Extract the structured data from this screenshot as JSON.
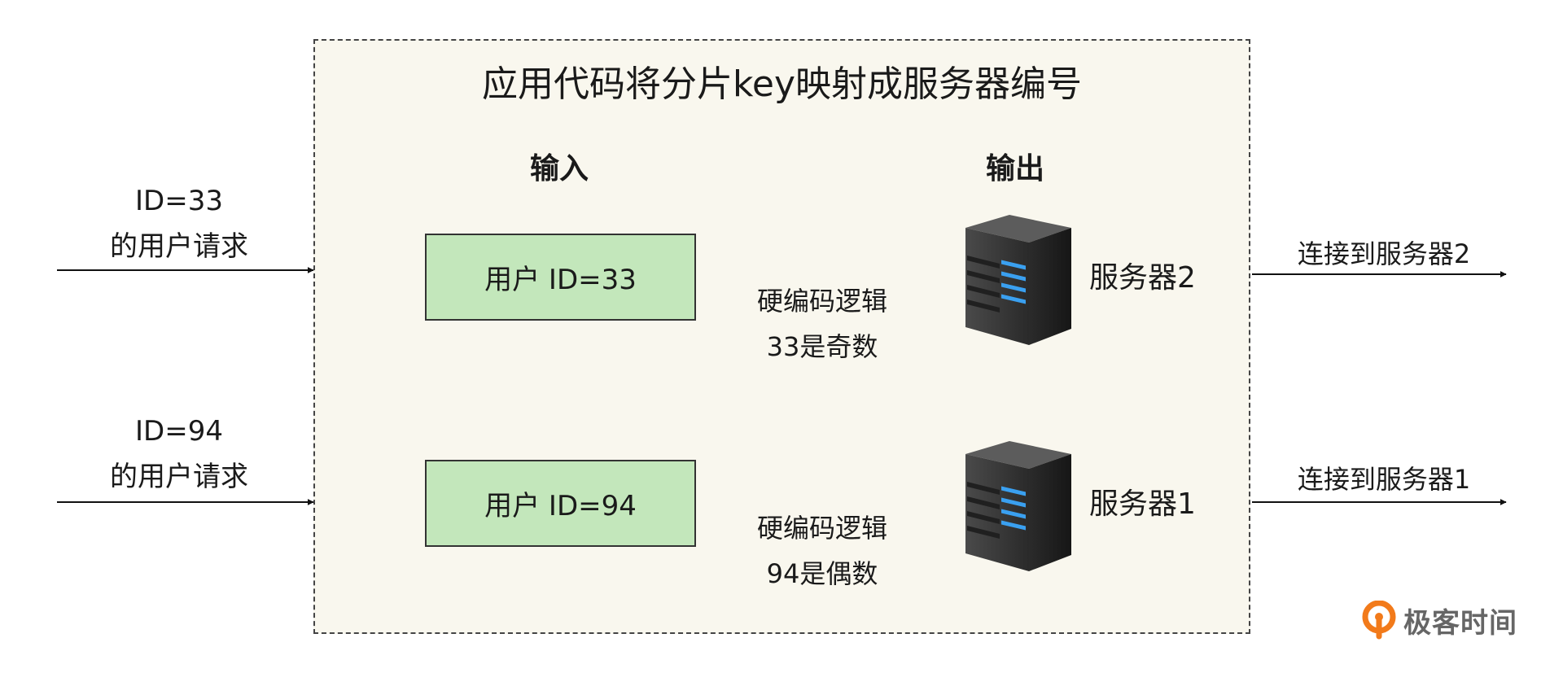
{
  "diagram": {
    "title": "应用代码将分片key映射成服务器编号",
    "input_header": "输入",
    "output_header": "输出",
    "flows": [
      {
        "request_line1": "ID=33",
        "request_line2": "的用户请求",
        "box_label": "用户 ID=33",
        "logic_line1": "硬编码逻辑",
        "logic_line2": "33是奇数",
        "server_label": "服务器2",
        "output_label": "连接到服务器2"
      },
      {
        "request_line1": "ID=94",
        "request_line2": "的用户请求",
        "box_label": "用户 ID=94",
        "logic_line1": "硬编码逻辑",
        "logic_line2": "94是偶数",
        "server_label": "服务器1",
        "output_label": "连接到服务器1"
      }
    ],
    "icons": {
      "server": "server-icon",
      "brand": "geekbang-logo-icon"
    },
    "brand_text": "极客时间",
    "colors": {
      "panel_background": "#f9f7ee",
      "box_fill": "#c3e7bb",
      "server_light": "#3aa0f0",
      "brand_orange": "#f27a1a"
    }
  }
}
